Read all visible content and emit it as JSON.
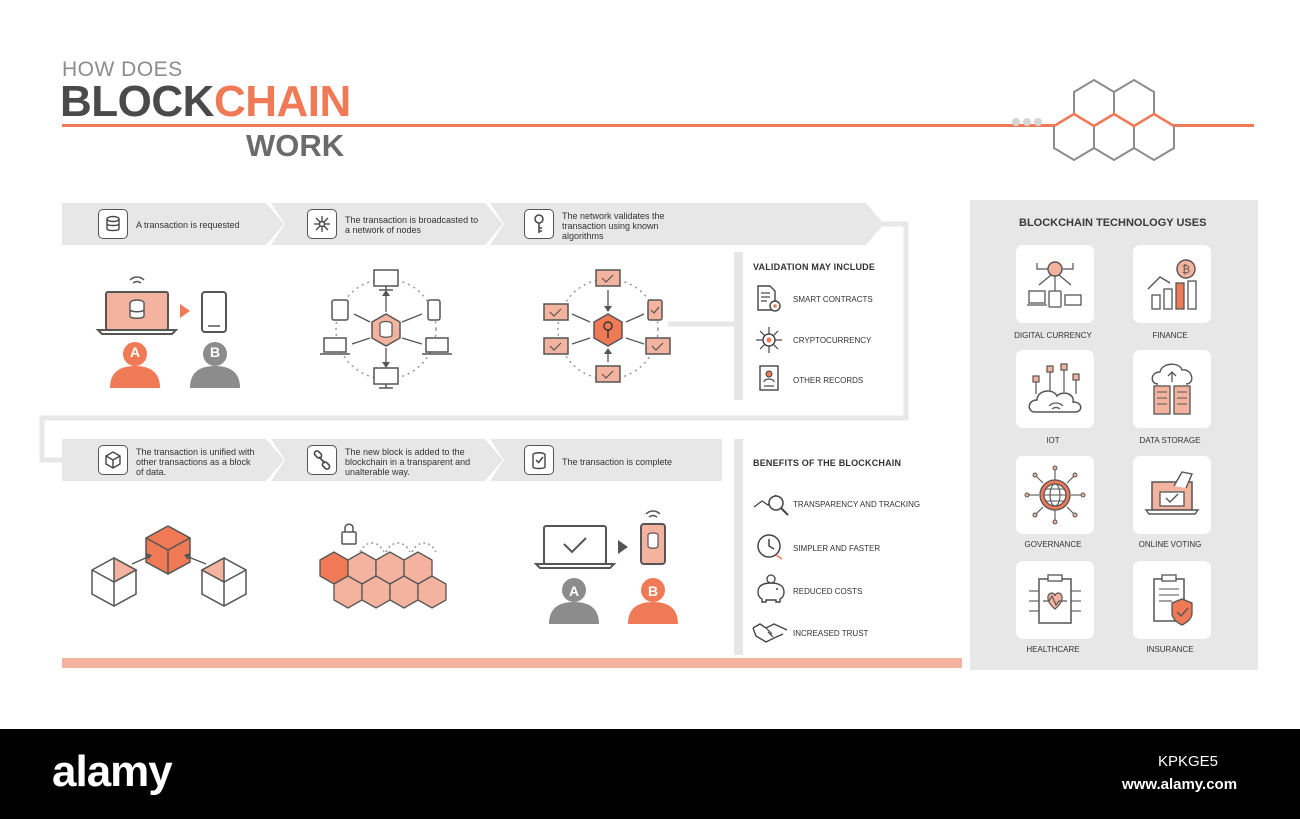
{
  "header": {
    "pre_title": "HOW DOES",
    "title_part1": "BLOCK",
    "title_part2": "CHAIN",
    "sub_title": "WORK"
  },
  "steps_top": [
    {
      "icon": "database-icon",
      "text": "A transaction is requested"
    },
    {
      "icon": "network-icon",
      "text": "The transaction is broadcasted to a network of nodes"
    },
    {
      "icon": "key-icon",
      "text": "The network validates the transaction using known algorithms"
    }
  ],
  "steps_bottom": [
    {
      "icon": "cube-icon",
      "text": "The transaction is unified with other transactions as a block of data."
    },
    {
      "icon": "chain-link-icon",
      "text": "The new block is added to the blockchain in a transparent and unalterable way."
    },
    {
      "icon": "checklist-icon",
      "text": "The transaction is complete"
    }
  ],
  "persons": {
    "a": "A",
    "b": "B"
  },
  "validation": {
    "title": "VALIDATION MAY INCLUDE",
    "items": [
      {
        "icon": "contract-gear-icon",
        "label": "SMART CONTRACTS"
      },
      {
        "icon": "chip-icon",
        "label": "CRYPTOCURRENCY"
      },
      {
        "icon": "record-icon",
        "label": "OTHER RECORDS"
      }
    ]
  },
  "benefits": {
    "title": "BENEFITS OF THE BLOCKCHAIN",
    "items": [
      {
        "icon": "magnifier-chart-icon",
        "label": "TRANSPARENCY AND TRACKING"
      },
      {
        "icon": "clock-icon",
        "label": "SIMPLER AND FASTER"
      },
      {
        "icon": "piggy-bank-icon",
        "label": "REDUCED COSTS"
      },
      {
        "icon": "handshake-icon",
        "label": "INCREASED TRUST"
      }
    ]
  },
  "uses": {
    "title": "BLOCKCHAIN TECHNOLOGY USES",
    "items": [
      {
        "icon": "digital-currency-icon",
        "label": "DIGITAL CURRENCY"
      },
      {
        "icon": "finance-icon",
        "label": "FINANCE"
      },
      {
        "icon": "iot-cloud-icon",
        "label": "IOT"
      },
      {
        "icon": "data-storage-icon",
        "label": "DATA STORAGE"
      },
      {
        "icon": "globe-network-icon",
        "label": "GOVERNANCE"
      },
      {
        "icon": "ballot-box-icon",
        "label": "ONLINE VOTING"
      },
      {
        "icon": "clipboard-heart-icon",
        "label": "HEALTHCARE"
      },
      {
        "icon": "shield-document-icon",
        "label": "INSURANCE"
      }
    ]
  },
  "footer": {
    "brand": "alamy",
    "image_id": "KPKGE5",
    "url": "www.alamy.com"
  },
  "colors": {
    "accent": "#f07a56",
    "accent_light": "#f4b39e",
    "dark": "#4a4a4a",
    "panel": "#e7e7e7"
  }
}
